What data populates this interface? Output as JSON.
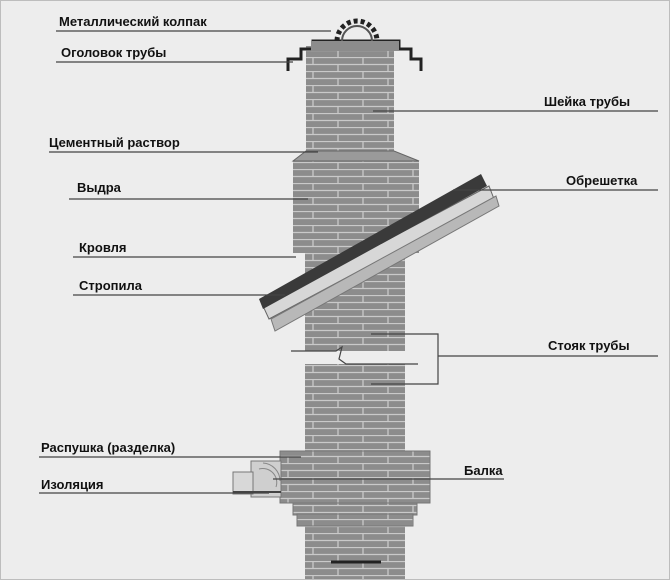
{
  "labels": {
    "cap": "Металлический колпак",
    "head": "Оголовок трубы",
    "neck": "Шейка трубы",
    "mortar": "Цементный раствор",
    "battens": "Обрешетка",
    "otter": "Выдра",
    "roof": "Кровля",
    "rafters": "Стропила",
    "riser": "Стояк трубы",
    "fluff": "Распушка (разделка)",
    "beam": "Балка",
    "insulation": "Изоляция"
  },
  "colors": {
    "brick": "#8c8c8c",
    "mortar_line": "#c9c9c9",
    "background": "#ededed",
    "roof": "#3a3a3a"
  }
}
